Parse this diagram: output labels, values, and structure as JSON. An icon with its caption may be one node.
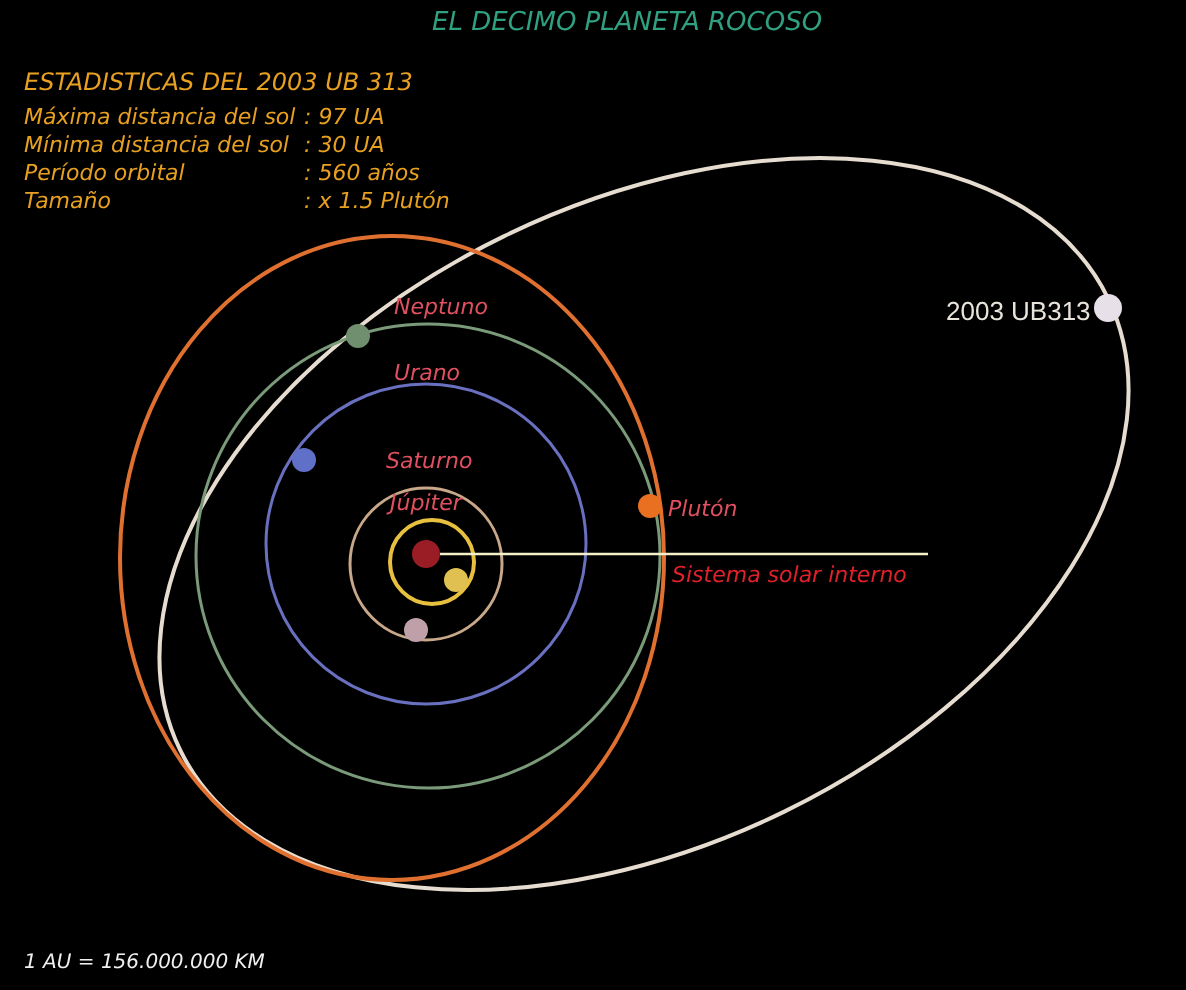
{
  "diagram": {
    "title": "EL DECIMO PLANETA ROCOSO",
    "nodes": [
      {
        "text": [
          "Sistema solar interno"
        ]
      },
      {
        "text": [],
        "shape": "circle"
      }
    ],
    "edges": [
      {
        "from": 0,
        "to": 1,
        "arrow": "none"
      }
    ],
    "labels": [
      "ESTADISTICAS DEL 2003 UB 313",
      "Máxima distancia del sol",
      ": 97 UA",
      "Mínima distancia del sol",
      ": 30 UA",
      "Período orbital",
      ": 560 años",
      "Tamaño",
      ": x 1.5 Plutón",
      "Neptuno",
      "2003 UB313",
      "Urano",
      "Saturno",
      "Júpiter",
      "Plutón",
      "1 AU = 156.000.000 KM"
    ]
  }
}
